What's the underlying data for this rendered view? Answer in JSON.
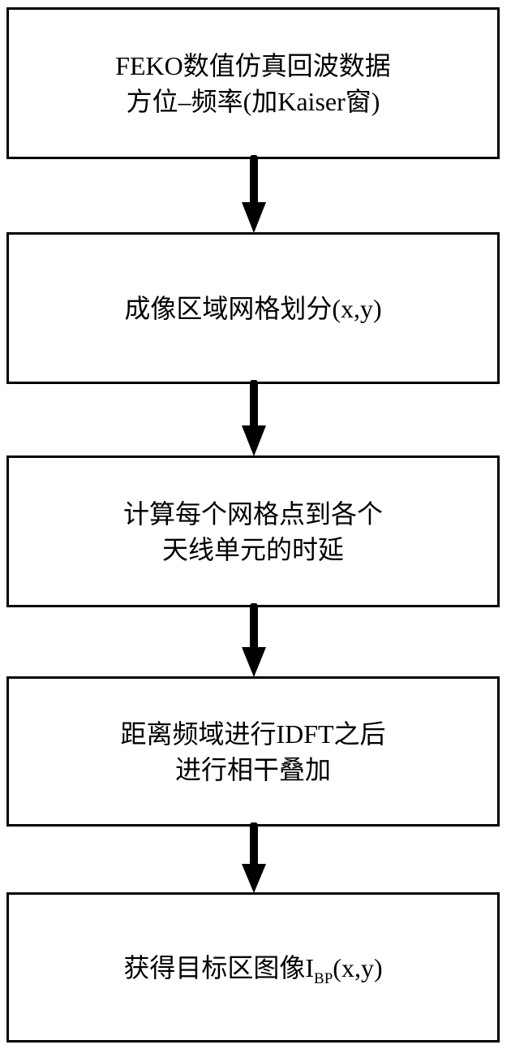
{
  "flowchart": {
    "steps": [
      {
        "id": "feko-data",
        "lines": [
          "FEKO数值仿真回波数据",
          "方位–频率(加Kaiser窗)"
        ]
      },
      {
        "id": "grid-division",
        "lines": [
          "成像区域网格划分(x,y)"
        ]
      },
      {
        "id": "time-delay",
        "lines": [
          "计算每个网格点到各个",
          "天线单元的时延"
        ]
      },
      {
        "id": "idft-coherent-sum",
        "lines": [
          "距离频域进行IDFT之后",
          "进行相干叠加"
        ]
      },
      {
        "id": "target-image",
        "lines_rich": {
          "prefix": "获得目标区图像I",
          "subscript": "BP",
          "suffix": "(x,y)"
        }
      }
    ],
    "connectors": [
      {
        "from": "feko-data",
        "to": "grid-division",
        "type": "arrow-down"
      },
      {
        "from": "grid-division",
        "to": "time-delay",
        "type": "arrow-down"
      },
      {
        "from": "time-delay",
        "to": "idft-coherent-sum",
        "type": "arrow-down"
      },
      {
        "from": "idft-coherent-sum",
        "to": "target-image",
        "type": "arrow-down"
      }
    ],
    "colors": {
      "stroke": "#000000",
      "fill": "#ffffff",
      "text": "#000000"
    }
  }
}
